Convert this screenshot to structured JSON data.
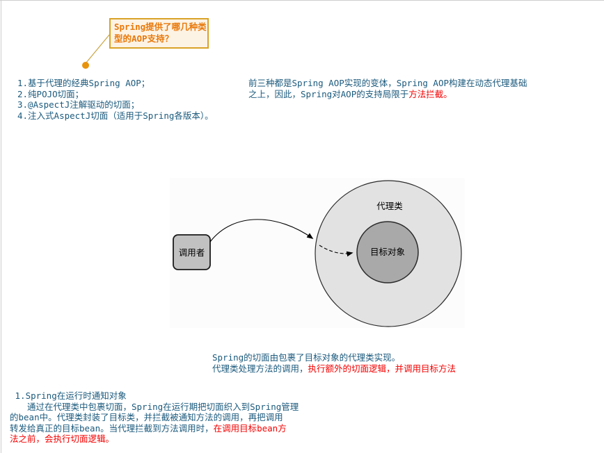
{
  "colors": {
    "body_text": "#1B5A7D",
    "highlight_red": "#F50000",
    "callout_text": "#E8780A",
    "callout_border": "#D9A226",
    "callout_bg": "#FDF3E4",
    "accent_dot": "#E8930C",
    "connector_line": "#C9A443",
    "edge_gray": "#CDCDCD",
    "ink_black": "#1A1A1A",
    "diagram_bg": "#FCFCFC",
    "proxy_circle_fill": "#E2E2E2",
    "target_circle_fill": "#A9A9A9",
    "caller_box_fill": "#C1C1C1",
    "shape_stroke": "#2A2A2A"
  },
  "callout": {
    "lines": [
      [
        {
          "text": "Spring提供了哪几种类"
        }
      ],
      [
        {
          "text": "型的AOP支持？"
        }
      ]
    ]
  },
  "aop_types": {
    "lines": [
      [
        {
          "text": "1.基于代理的经典Spring AOP；"
        }
      ],
      [
        {
          "text": "2.纯POJO切面；"
        }
      ],
      [
        {
          "text": "3.@AspectJ注解驱动的切面；"
        }
      ],
      [
        {
          "text": "4.注入式AspectJ切面（适用于Spring各版本）。"
        }
      ]
    ]
  },
  "support_note": {
    "lines": [
      [
        {
          "text": "前三种都是Spring AOP实现的变体，Spring AOP构建在动态代理基础"
        }
      ],
      [
        {
          "text": "之上，因此，Spring对AOP的支持局限于"
        },
        {
          "text": "方法拦截。",
          "red": true
        }
      ]
    ]
  },
  "diagram": {
    "caller_label": "调用者",
    "proxy_label": "代理类",
    "target_label": "目标对象"
  },
  "caption": {
    "lines": [
      [
        {
          "text": "Spring的切面由包裹了目标对象的代理类实现。"
        }
      ],
      [
        {
          "text": "代理类处理方法的调用，"
        },
        {
          "text": "执行额外的切面逻辑，并调用目标方法",
          "red": true
        }
      ]
    ]
  },
  "runtime_note": {
    "lines": [
      [
        {
          "text": " 1.Spring在运行时通知对象"
        }
      ],
      [
        {
          "text": "　　通过在代理类中包裹切面，Spring在运行期把切面织入到Spring管理"
        }
      ],
      [
        {
          "text": "的bean中。代理类封装了目标类，并拦截被通知方法的调用，再把调用"
        }
      ],
      [
        {
          "text": "转发给真正的目标bean。当代理拦截到方法调用时，"
        },
        {
          "text": "在调用目标bean方",
          "red": true
        }
      ],
      [
        {
          "text": "法之前，会执行切面逻辑。",
          "red": true
        }
      ]
    ]
  }
}
